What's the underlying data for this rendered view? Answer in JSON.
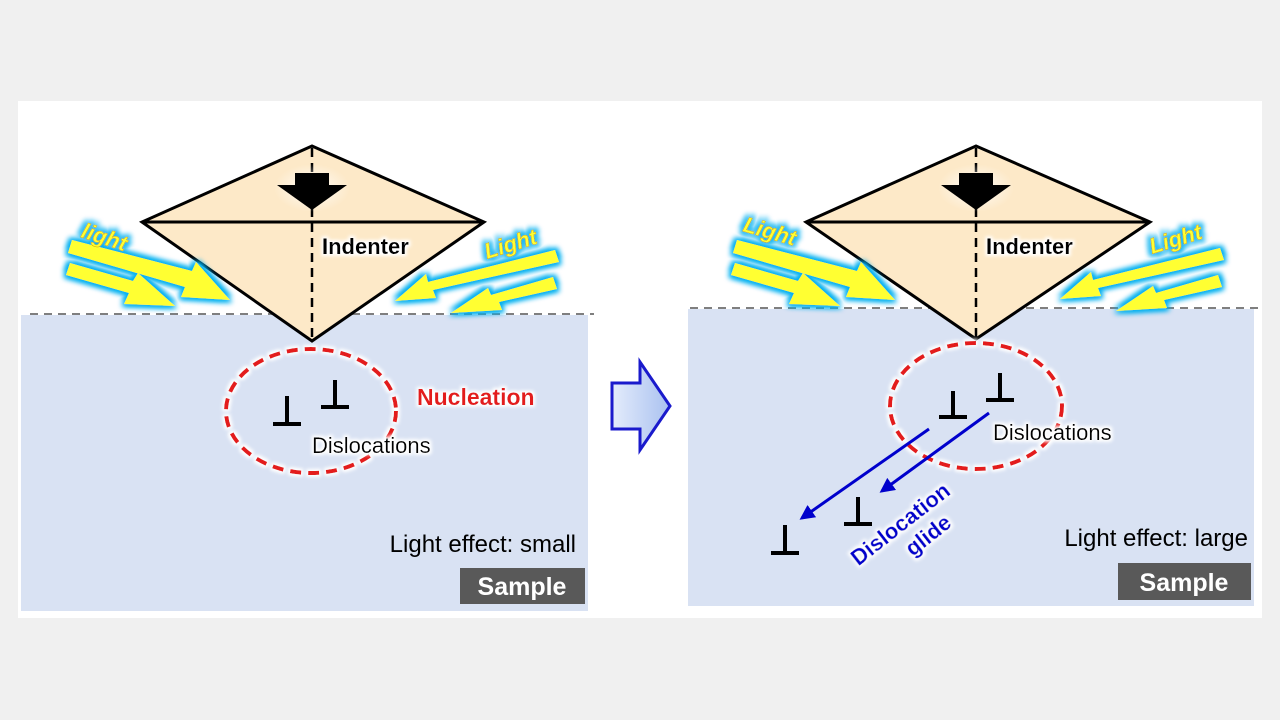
{
  "colors": {
    "page_bg": "#f0f0f0",
    "slide_bg": "#ffffff",
    "sample_fill": "#d9e2f3",
    "indenter_fill": "#fde9c8",
    "nucleation_red": "#e31a1c",
    "glide_blue": "#0000cc",
    "light_yellow": "#ffff33",
    "light_glow": "#00b0f0",
    "sample_tag_bg": "#595959",
    "transition_arrow_fill": "#bdd0f5",
    "transition_arrow_stroke": "#1a1acc"
  },
  "left_panel": {
    "indenter_label": "Indenter",
    "light_left_label": "light",
    "light_right_label": "Light",
    "nucleation_label": "Nucleation",
    "dislocations_label": "Dislocations",
    "dislocation_symbol": "⊥",
    "effect_label": "Light effect: small",
    "sample_label": "Sample"
  },
  "right_panel": {
    "indenter_label": "Indenter",
    "light_left_label": "Light",
    "light_right_label": "Light",
    "dislocations_label": "Dislocations",
    "dislocation_symbol": "⊥",
    "glide_label_line1": "Dislocation",
    "glide_label_line2": "glide",
    "effect_label": "Light effect: large",
    "sample_label": "Sample"
  },
  "transition": {
    "icon": "right-arrow-icon"
  }
}
